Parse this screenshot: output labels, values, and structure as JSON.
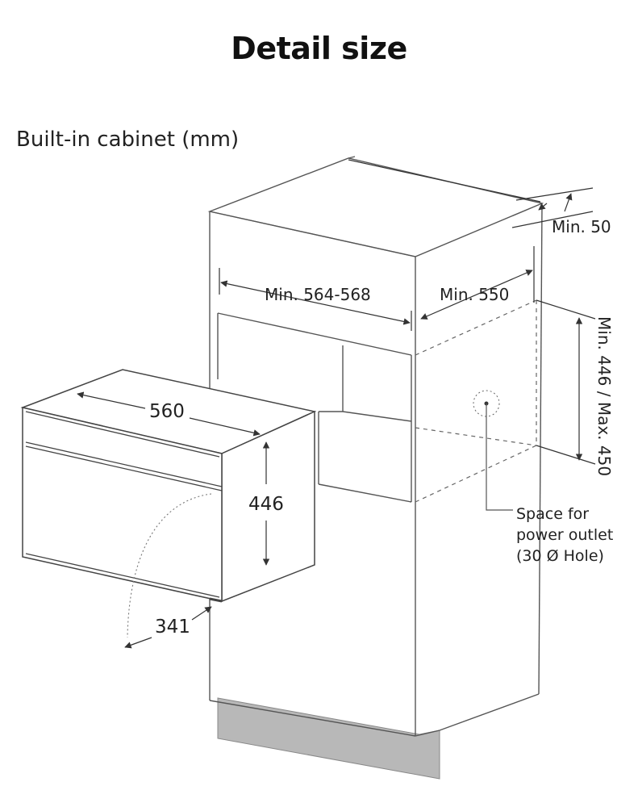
{
  "title": "Detail size",
  "subtitle": "Built-in cabinet (mm)",
  "dimensions": {
    "cabinet_opening_width": "Min. 564-568",
    "cabinet_depth": "Min. 550",
    "rear_clearance": "Min. 50",
    "opening_height": "Min. 446 / Max. 450",
    "oven_width": "560",
    "oven_height": "446",
    "door_swing": "341"
  },
  "outlet_note": {
    "line1": "Space for",
    "line2": "power outlet",
    "line3": "(30 Ø Hole)"
  },
  "colors": {
    "line": "#555555",
    "plinth": "#b8b8b8"
  }
}
